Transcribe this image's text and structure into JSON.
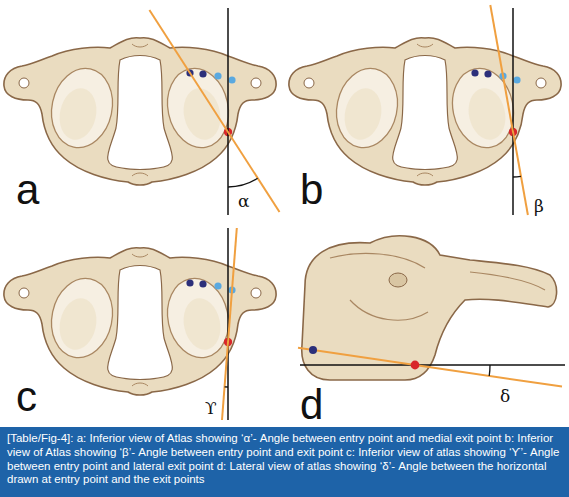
{
  "diagram": {
    "caption": "[Table/Fig-4]: a: Inferior view of Atlas showing ‘α’- Angle between entry point and medial exit point b: Inferior view of Atlas showing ‘β’- Angle between entry point and exit point c: Inferior view of atlas showing ‘ϒ’- Angle between entry point and lateral exit point d: Lateral view of atlas showing ‘δ’- Angle between the horizontal drawn at entry point and the exit points",
    "labels": [
      "a",
      "α",
      "b",
      "β",
      "c",
      "ϒ",
      "d",
      "δ"
    ]
  }
}
